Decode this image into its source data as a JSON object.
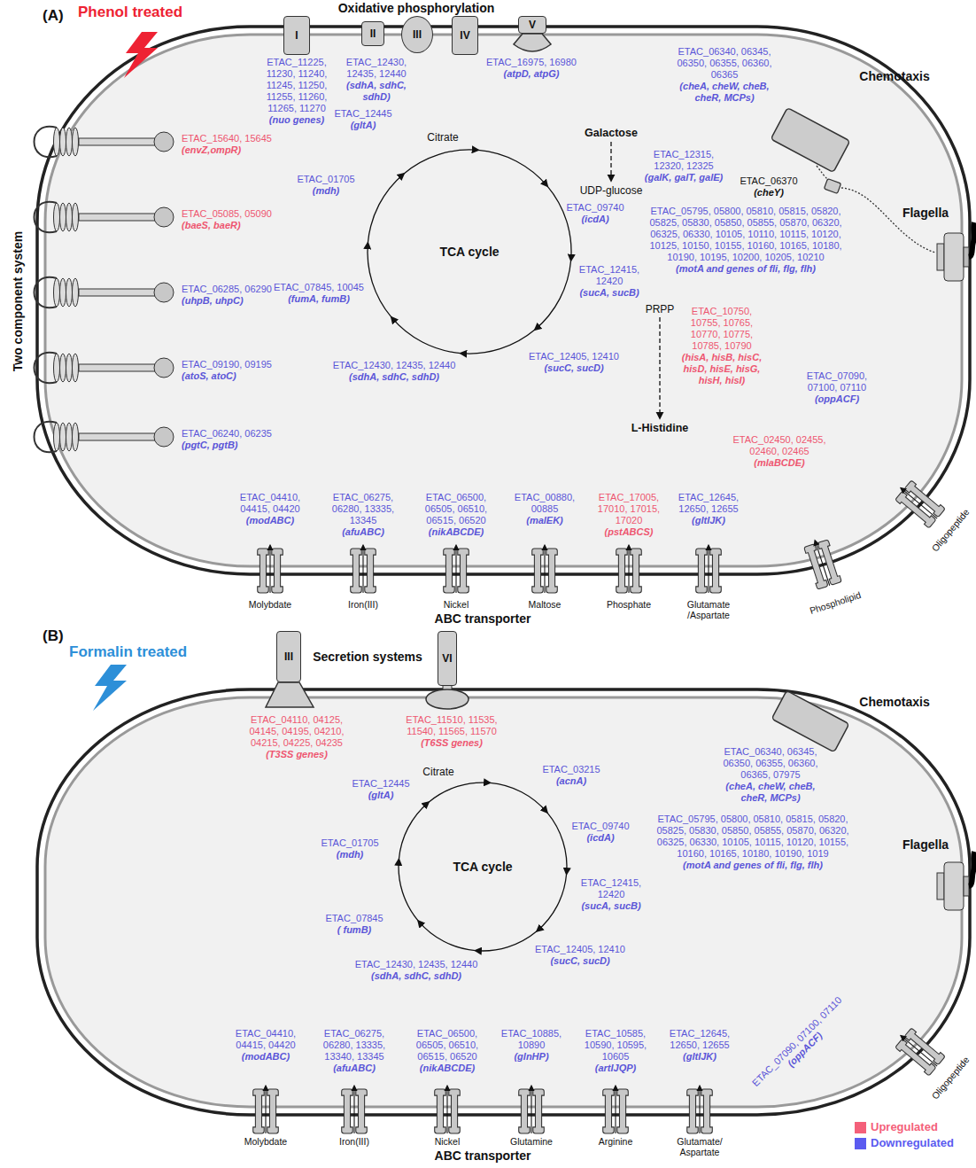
{
  "diagram": {
    "nodes": [
      {
        "text": [
          "I"
        ]
      },
      {
        "text": [
          "II"
        ]
      },
      {
        "text": [
          "III"
        ]
      },
      {
        "text": [
          "IV"
        ]
      },
      {
        "text": [
          "V"
        ]
      },
      {
        "text": [
          "III"
        ]
      },
      {
        "text": [
          "VI"
        ]
      }
    ],
    "labels": [
      "(A)",
      "Phenol treated",
      "Oxidative phosphorylation",
      "ETAC_11225, 11230, 11240, 11245, 11250, 11255, 11260, 11265, 11270",
      "(nuo genes)",
      "ETAC_12430, 12435, 12440",
      "(sdhA, sdhC, sdhD)",
      "ETAC_16975, 16980",
      "(atpD, atpG)",
      "Galactose",
      "ETAC_12315, 12320, 12325",
      "(galK, galT, galE)",
      "UDP-glucose",
      "ETAC_06340, 06345, 06350, 06355, 06360, 06365",
      "(cheA, cheW, cheB, cheR, MCPs)",
      "Chemotaxis",
      "ETAC_06370",
      "(cheY)",
      "Flagella",
      "ETAC_05795, 05800, 05810, 05815, 05820, 05825, 05830, 05850, 05855, 05870, 06320, 06325, 06330, 10105, 10110, 10115, 10120, 10125, 10150, 10155, 10160, 10165, 10180, 10190, 10195, 10200, 10205, 10210",
      "(motA and genes of fli, flg, flh)",
      "Citrate",
      "TCA cycle",
      "ETAC_12445",
      "(gltA)",
      "ETAC_09740",
      "(icdA)",
      "ETAC_12415, 12420",
      "(sucA, sucB)",
      "ETAC_12405, 12410",
      "(sucC, sucD)",
      "ETAC_12430, 12435, 12440",
      "(sdhA, sdhC, sdhD)",
      "ETAC_07845, 10045",
      "(fumA, fumB)",
      "ETAC_01705",
      "(mdh)",
      "Two component system",
      "ETAC_15640, 15645",
      "(envZ,ompR)",
      "ETAC_05085, 05090",
      "(baeS, baeR)",
      "ETAC_06285, 06290",
      "(uhpB, uhpC)",
      "ETAC_09190, 09195",
      "(atoS, atoC)",
      "ETAC_06240, 06235",
      "(pgtC, pgtB)",
      "PRPP",
      "ETAC_10750, 10755, 10765, 10770, 10775, 10785, 10790",
      "(hisA, hisB, hisC, hisD, hisE, hisG, hisH, hisI)",
      "L-Histidine",
      "ETAC_07090, 07100, 07110",
      "(oppACF)",
      "ETAC_02450, 02455, 02460, 02465",
      "(mlaBCDE)",
      "Oligopeptide",
      "Phospholipid",
      "ETAC_04410, 04415, 04420",
      "(modABC)",
      "ETAC_06275, 06280, 13335, 13345",
      "(afuABC)",
      "ETAC_06500, 06505, 06510, 06515, 06520",
      "(nikABCDE)",
      "ETAC_00880, 00885",
      "(malEK)",
      "ETAC_17005, 17010, 17015, 17020",
      "(pstABCS)",
      "ETAC_12645, 12650, 12655",
      "(gltIJK)",
      "Molybdate",
      "Iron(III)",
      "Nickel",
      "Maltose",
      "Phosphate",
      "Glutamate /Aspartate",
      "ABC transporter",
      "(B)",
      "Formalin treated",
      "Secretion systems",
      "ETAC_04110, 04125, 04145, 04195, 04210, 04215, 04225, 04235",
      "(T3SS genes)",
      "ETAC_11510, 11535, 11540, 11565, 11570",
      "(T6SS genes)",
      "Chemotaxis",
      "ETAC_06340, 06345, 06350, 06355, 06360, 06365, 07975",
      "(cheA, cheW, cheB, cheR, MCPs)",
      "Flagella",
      "ETAC_05795, 05800, 05810, 05815, 05820, 05825, 05830, 05850, 05855, 05870, 06320, 06325, 06330, 10105, 10115, 10120, 10155, 10160, 10165, 10180, 10190, 1019",
      "(motA and genes of fli, flg, flh)",
      "Citrate",
      "TCA cycle",
      "ETAC_03215",
      "(acnA)",
      "ETAC_09740",
      "(icdA)",
      "ETAC_12415, 12420",
      "(sucA, sucB)",
      "ETAC_12405, 12410",
      "(sucC, sucD)",
      "ETAC_12430, 12435, 12440",
      "(sdhA, sdhC, sdhD)",
      "ETAC_07845",
      "( fumB)",
      "ETAC_01705",
      "(mdh)",
      "ETAC_12445",
      "(gltA)",
      "ETAC_04410, 04415, 04420",
      "(modABC)",
      "ETAC_06275, 06280, 13335, 13340, 13345",
      "(afuABC)",
      "ETAC_06500, 06505, 06510, 06515, 06520",
      "(nikABCDE)",
      "ETAC_10885, 10890",
      "(glnHP)",
      "ETAC_10585, 10590, 10595, 10605",
      "(artIJQP)",
      "ETAC_12645, 12650, 12655",
      "(gltIJK)",
      "ETAC_07090, 07100, 07110",
      "(oppACF)",
      "Molybdate",
      "Iron(III)",
      "Nickel",
      "Glutamine",
      "Arginine",
      "Glutamate/ Aspartate",
      "Oligopeptide",
      "ABC transporter"
    ],
    "legend": [
      {
        "text": "Upregulated",
        "color": "#f4607a"
      },
      {
        "text": "Downregulated",
        "color": "#5b5bf0"
      }
    ]
  }
}
